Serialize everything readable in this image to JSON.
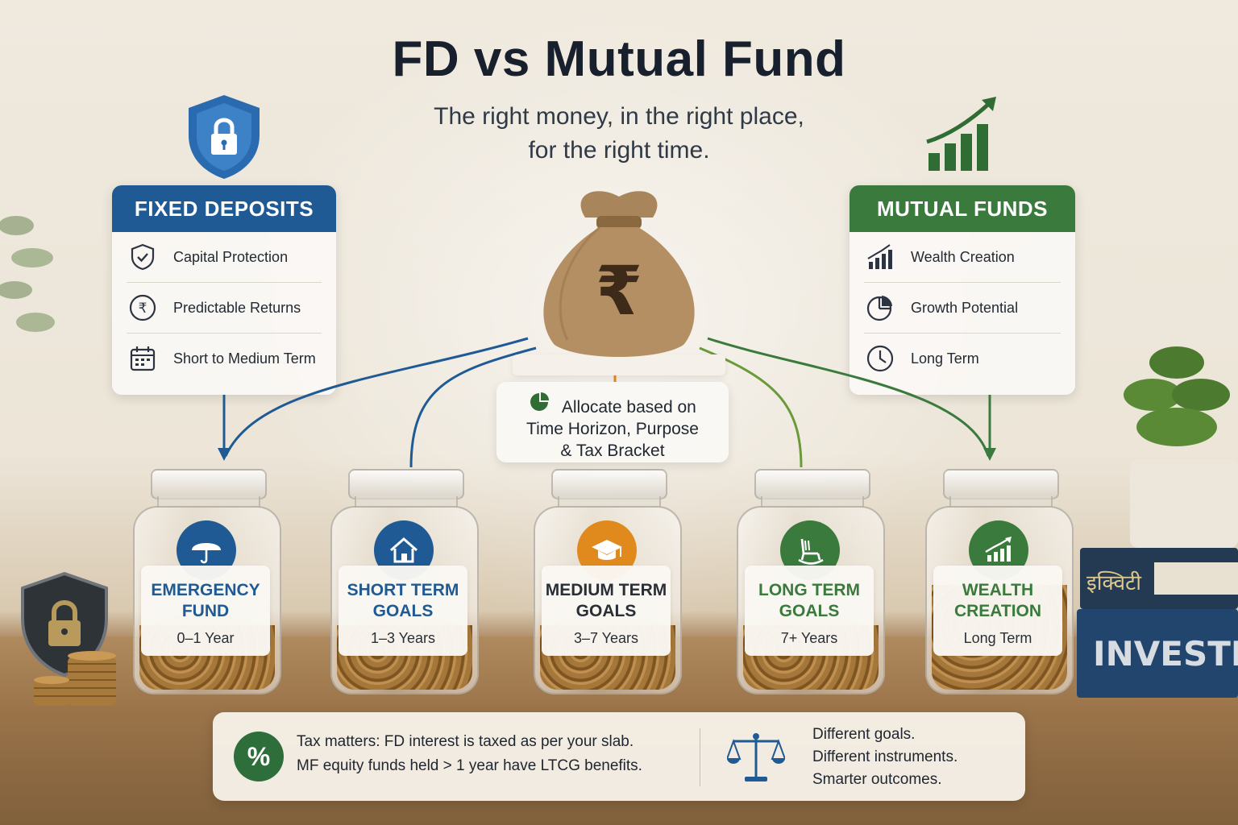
{
  "title": "FD vs Mutual Fund",
  "subtitle": {
    "line1": "The right money, in the right place,",
    "line2": "for the right time."
  },
  "fixed_deposits": {
    "heading": "FIXED DEPOSITS",
    "color": "#1f5a94",
    "items": [
      {
        "label": "Capital Protection",
        "icon": "shield-check-icon"
      },
      {
        "label": "Predictable Returns",
        "icon": "rupee-circle-icon"
      },
      {
        "label": "Short to Medium Term",
        "icon": "calendar-icon"
      }
    ]
  },
  "mutual_funds": {
    "heading": "MUTUAL FUNDS",
    "color": "#3a7a3c",
    "items": [
      {
        "label": "Wealth Creation",
        "icon": "bar-chart-up-icon"
      },
      {
        "label": "Growth Potential",
        "icon": "pie-chart-icon"
      },
      {
        "label": "Long Term",
        "icon": "clock-icon"
      }
    ]
  },
  "center": {
    "bag_symbol": "₹",
    "allocate": {
      "line1": "Allocate based on",
      "line2": "Time Horizon, Purpose",
      "line3": "& Tax Bracket"
    }
  },
  "jars": [
    {
      "name_line1": "EMERGENCY",
      "name_line2": "FUND",
      "span": "0–1 Year",
      "icon": "umbrella-icon",
      "color": "#1f5a94"
    },
    {
      "name_line1": "SHORT TERM",
      "name_line2": "GOALS",
      "span": "1–3 Years",
      "icon": "house-icon",
      "color": "#1f5a94"
    },
    {
      "name_line1": "MEDIUM TERM",
      "name_line2": "GOALS",
      "span": "3–7 Years",
      "icon": "graduation-cap-icon",
      "color": "#e08a1e"
    },
    {
      "name_line1": "LONG TERM",
      "name_line2": "GOALS",
      "span": "7+ Years",
      "icon": "rocking-chair-icon",
      "color": "#3a7a3c"
    },
    {
      "name_line1": "WEALTH",
      "name_line2": "CREATION",
      "span": "Long Term",
      "icon": "bar-chart-up-icon",
      "color": "#3a7a3c"
    }
  ],
  "bottom": {
    "percent_symbol": "%",
    "tax_line1": "Tax matters: FD interest is taxed as per your slab.",
    "tax_line2": "MF equity funds held > 1 year have LTCG benefits.",
    "goals_line1": "Different goals.",
    "goals_line2": "Different instruments.",
    "goals_line3": "Smarter outcomes."
  },
  "books": {
    "top_spine": "इक्विटी",
    "bottom_spine": "INVESTING"
  }
}
